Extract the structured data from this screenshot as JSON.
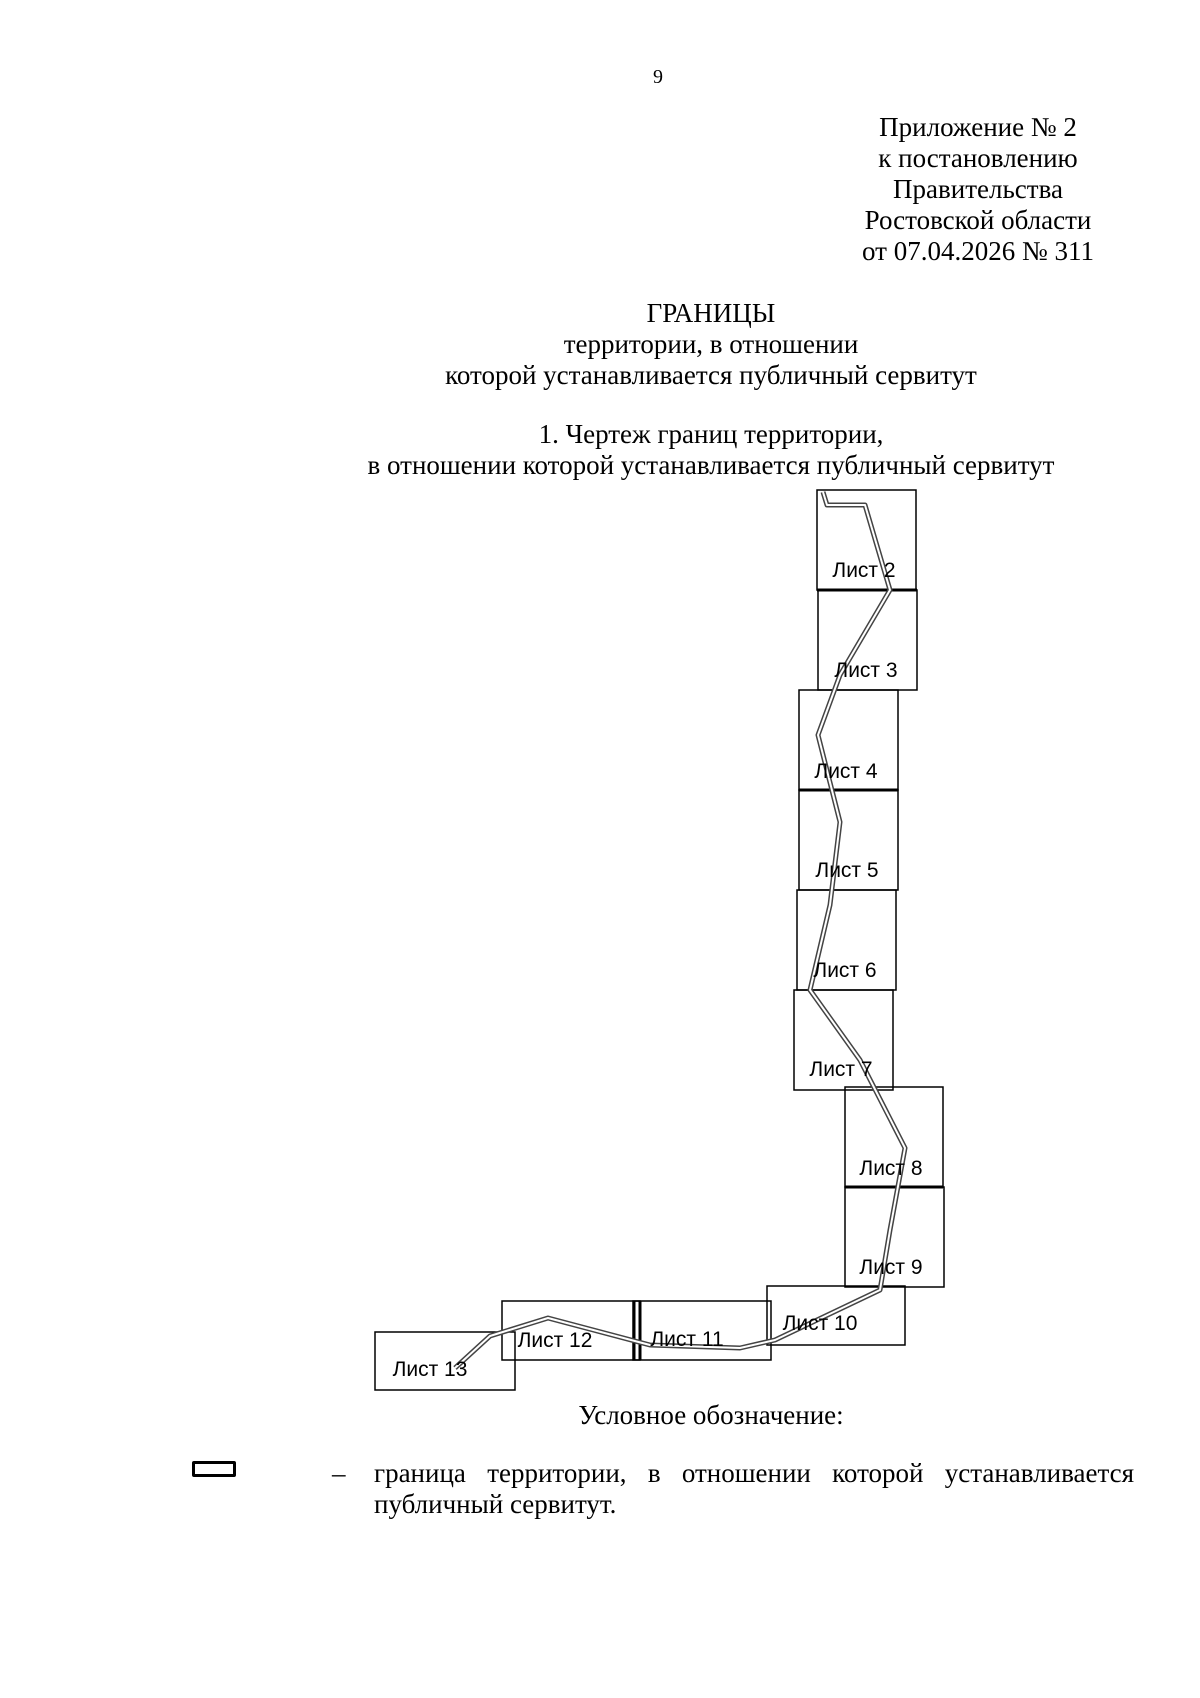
{
  "page_number": "9",
  "appendix": {
    "lines": [
      "Приложение № 2",
      "к постановлению",
      "Правительства",
      "Ростовской области",
      "от 07.04.2026 № 311"
    ]
  },
  "title": {
    "main": "ГРАНИЦЫ",
    "line2": "территории, в отношении",
    "line3": "которой устанавливается публичный сервитут"
  },
  "section": {
    "line1": "1. Чертеж границ территории,",
    "line2": "в отношении которой устанавливается публичный сервитут"
  },
  "map": {
    "sheets": [
      "Лист 2",
      "Лист 3",
      "Лист 4",
      "Лист 5",
      "Лист 6",
      "Лист 7",
      "Лист 8",
      "Лист 9",
      "Лист 10",
      "Лист 11",
      "Лист 12",
      "Лист 13"
    ]
  },
  "legend": {
    "title": "Условное обозначение:",
    "dash": "–",
    "text": "граница территории, в отношении которой устанавливается публичный сервитут."
  }
}
